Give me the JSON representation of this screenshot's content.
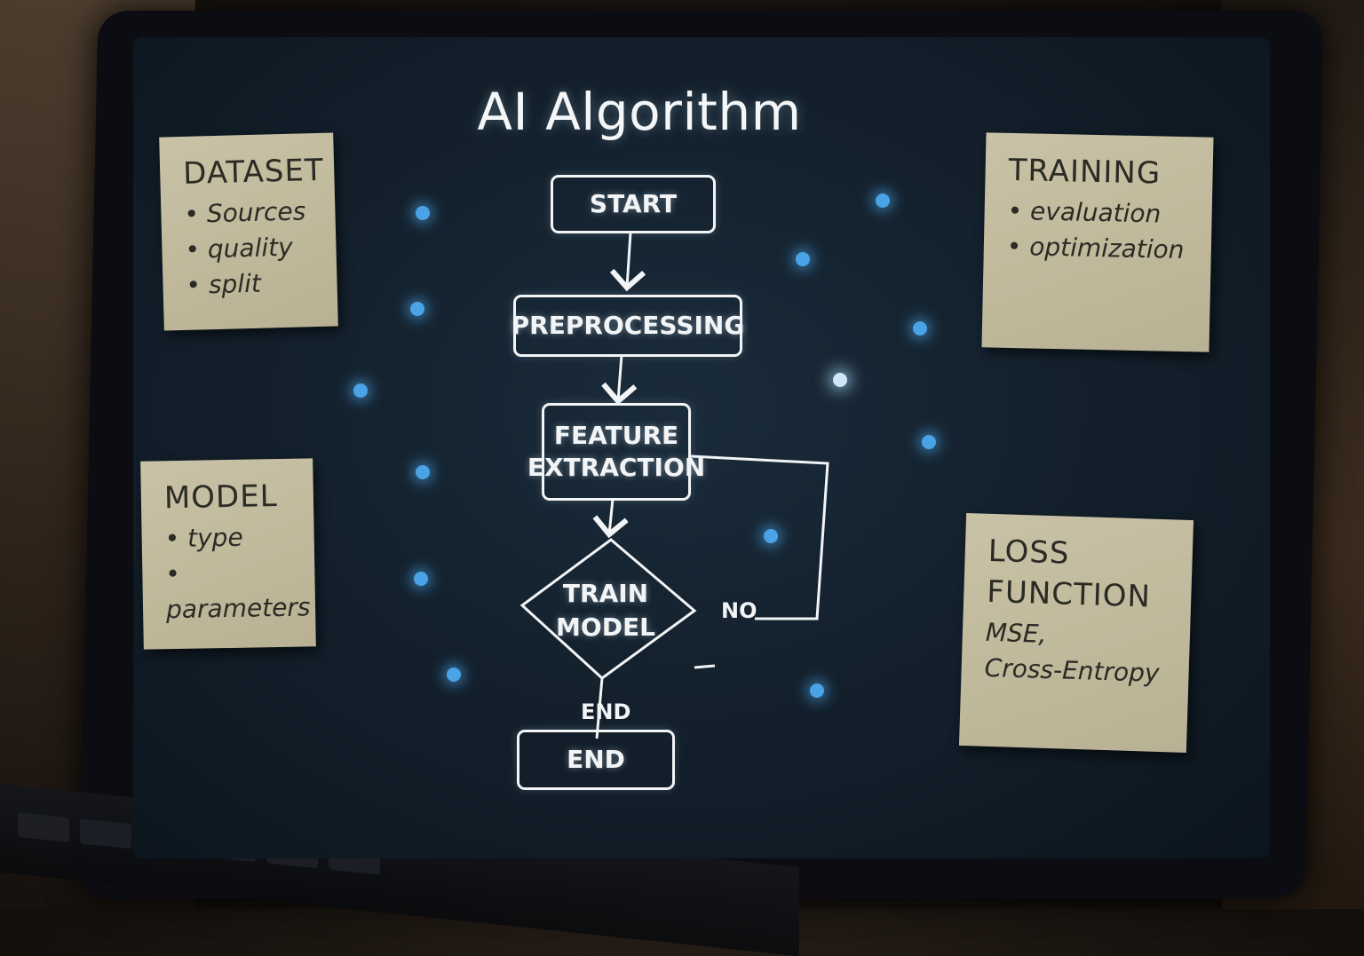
{
  "diagram": {
    "title": "AI Algorithm",
    "nodes": {
      "start": "START",
      "preprocessing": "PREPROCESSING",
      "feature_line1": "FEATURE",
      "feature_line2": "EXTRACTION",
      "train_line1": "TRAIN",
      "train_line2": "MODEL",
      "end": "END"
    },
    "edge_labels": {
      "no": "NO",
      "end": "END"
    }
  },
  "notes": {
    "dataset": {
      "title": "DATASET",
      "items": [
        "• Sources",
        "• quality",
        "• split"
      ]
    },
    "training": {
      "title": "TRAINING",
      "items": [
        "• evaluation",
        "• optimization"
      ]
    },
    "model": {
      "title": "MODEL",
      "items": [
        "• type",
        "• parameters"
      ]
    },
    "loss": {
      "title_line1": "LOSS",
      "title_line2": "FUNCTION",
      "items": [
        "MSE,",
        "Cross-Entropy"
      ]
    }
  },
  "colors": {
    "screen_bg": "#13202c",
    "line": "#f2f4f6",
    "glow_dot": "#4aa3e6",
    "note_paper": "#c9c2a6"
  }
}
